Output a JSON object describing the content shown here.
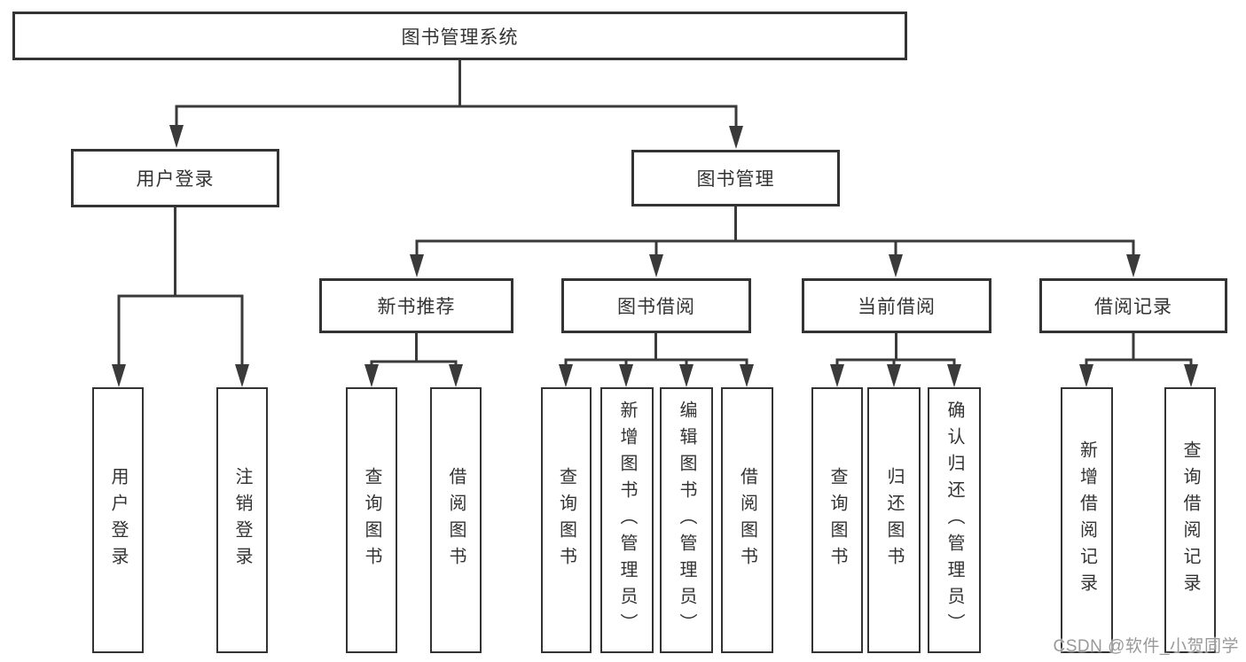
{
  "colors": {
    "line": "#3a3a3a",
    "box_border": "#333333",
    "text": "#333333",
    "background": "#ffffff",
    "watermark": "#999999"
  },
  "watermark": {
    "text": "CSDN @软件_小贺同学"
  },
  "tree": {
    "label": "图书管理系统",
    "children": [
      {
        "label": "用户登录",
        "children": [
          {
            "label": "用户登录"
          },
          {
            "label": "注销登录"
          }
        ]
      },
      {
        "label": "图书管理",
        "children": [
          {
            "label": "新书推荐",
            "children": [
              {
                "label": "查询图书"
              },
              {
                "label": "借阅图书"
              }
            ]
          },
          {
            "label": "图书借阅",
            "children": [
              {
                "label": "查询图书"
              },
              {
                "label": "新增图书（管理员）"
              },
              {
                "label": "编辑图书（管理员）"
              },
              {
                "label": "借阅图书"
              }
            ]
          },
          {
            "label": "当前借阅",
            "children": [
              {
                "label": "查询图书"
              },
              {
                "label": "归还图书"
              },
              {
                "label": "确认归还（管理员）"
              }
            ]
          },
          {
            "label": "借阅记录",
            "children": [
              {
                "label": "新增借阅记录"
              },
              {
                "label": "查询借阅记录"
              }
            ]
          }
        ]
      }
    ]
  }
}
